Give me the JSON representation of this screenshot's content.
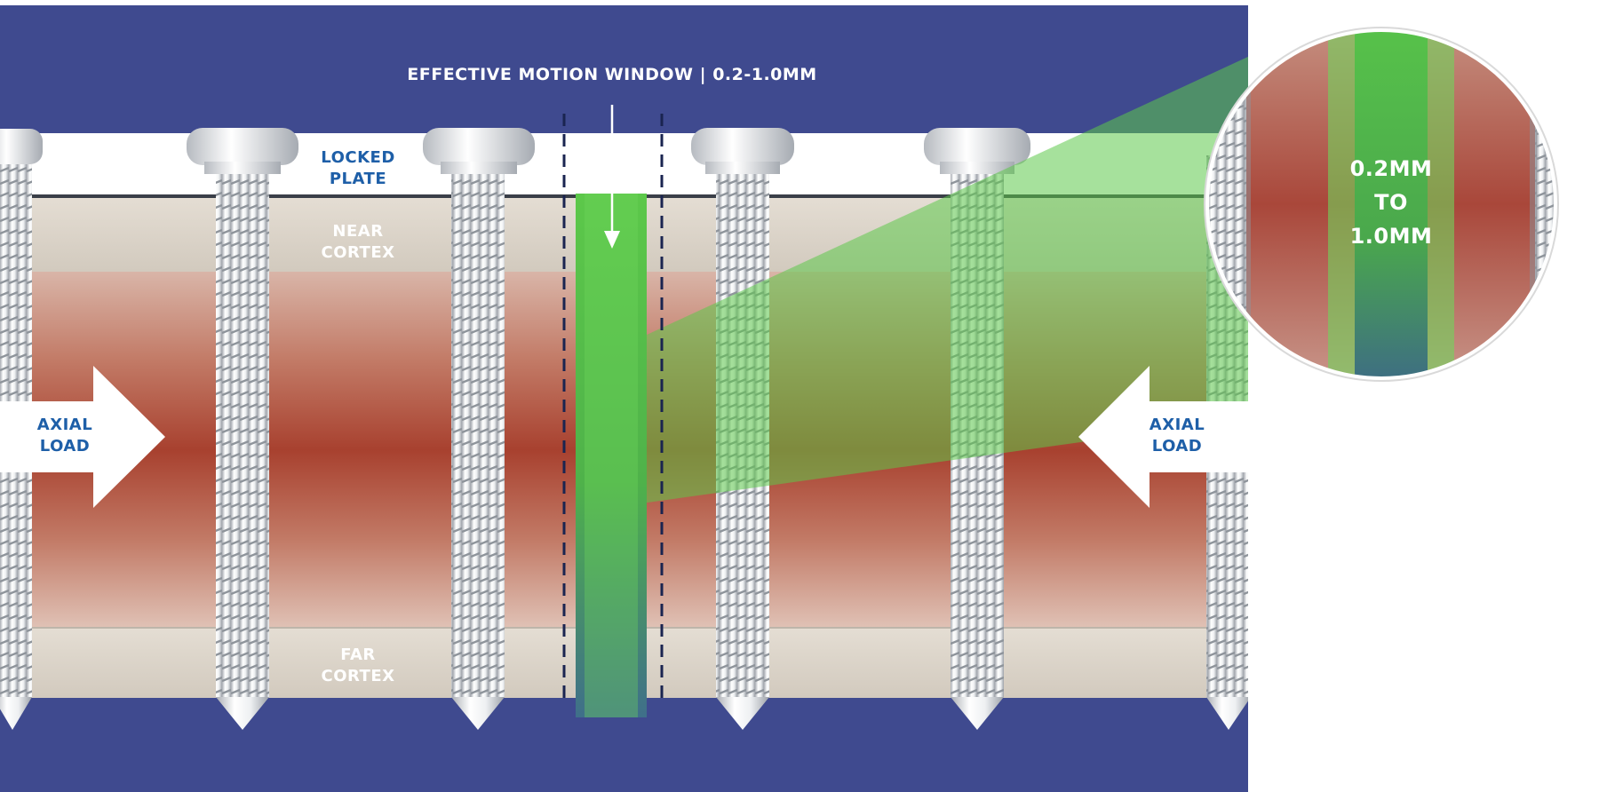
{
  "diagram": {
    "motion_window_label": "EFFECTIVE MOTION WINDOW | 0.2-1.0MM",
    "locked_plate": [
      "LOCKED",
      "PLATE"
    ],
    "near_cortex": [
      "NEAR",
      "CORTEX"
    ],
    "far_cortex": [
      "FAR",
      "CORTEX"
    ],
    "axial_load_left": [
      "AXIAL",
      "LOAD"
    ],
    "axial_load_right": [
      "AXIAL",
      "LOAD"
    ],
    "zoom_label": [
      "0.2MM",
      "TO",
      "1.0MM"
    ]
  },
  "colors": {
    "background_navy": "#3f4a8f",
    "motion_green": "#5cc84a",
    "label_blue": "#1e5fa8",
    "bone_red": "#b5503c",
    "cortex_beige": "#ddd6cc"
  }
}
